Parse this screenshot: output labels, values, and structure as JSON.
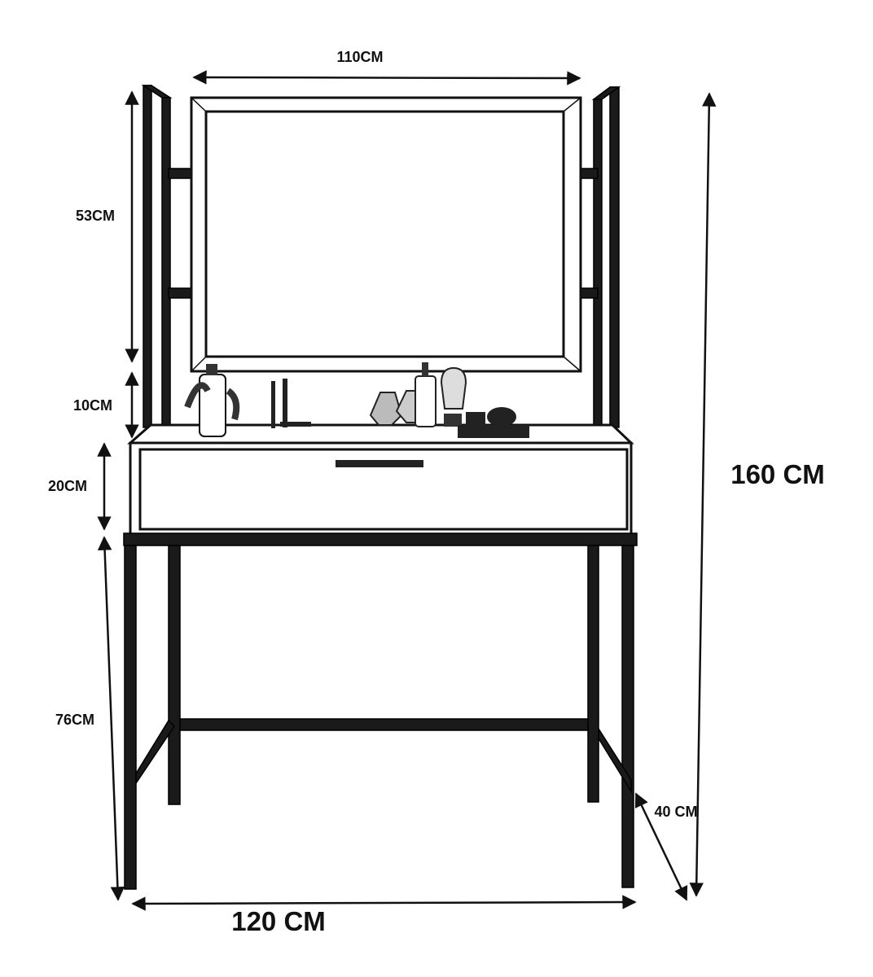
{
  "title": "Vanity table with mirror - dimensions",
  "dimensions": {
    "mirror_width": "110CM",
    "mirror_height": "53CM",
    "gap_height": "10CM",
    "drawer_height": "20CM",
    "leg_height": "76CM",
    "total_height": "160 CM",
    "total_width": "120 CM",
    "depth": "40 CM"
  },
  "colors": {
    "line": "#111111",
    "background": "#ffffff"
  }
}
